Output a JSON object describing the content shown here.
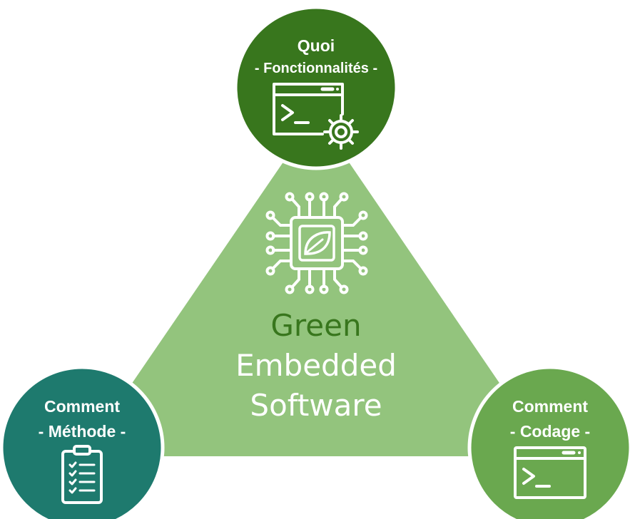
{
  "center": {
    "line1": "Green",
    "line2": "Embedded",
    "line3": "Software",
    "icon": "chip-leaf-icon",
    "triangle_color": "#93c47d",
    "line1_color": "#38761d",
    "text_color": "#ffffff"
  },
  "nodes": {
    "top": {
      "title": "Quoi",
      "subtitle": "- Fonctionnalités -",
      "icon": "terminal-gear-icon",
      "color": "#38761d"
    },
    "left": {
      "title": "Comment",
      "subtitle": "- Méthode -",
      "icon": "clipboard-checklist-icon",
      "color": "#1e7a6e"
    },
    "right": {
      "title": "Comment",
      "subtitle": "- Codage -",
      "icon": "terminal-icon",
      "color": "#6aa84f"
    }
  }
}
